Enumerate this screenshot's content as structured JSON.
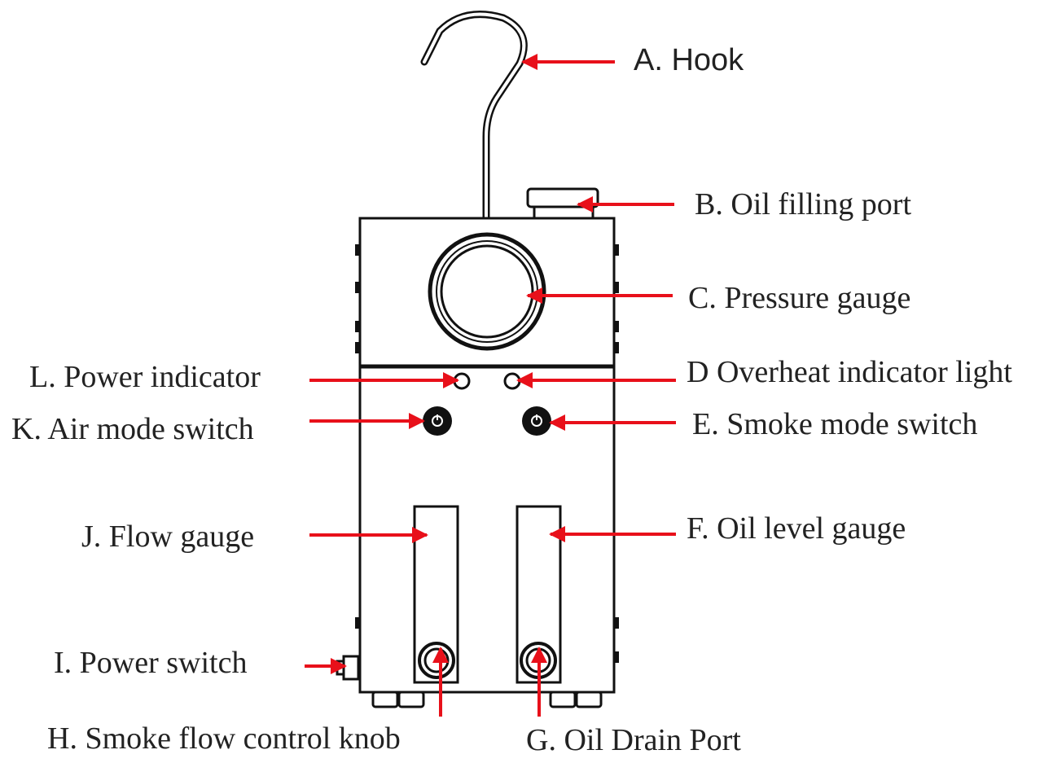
{
  "colors": {
    "outline": "#111111",
    "arrow": "#e8101a",
    "label_text": "#222222",
    "background": "#ffffff"
  },
  "labels": {
    "a": "A. Hook",
    "b": "B. Oil filling port",
    "c": "C. Pressure gauge",
    "d": "D Overheat indicator light",
    "e": "E. Smoke mode switch",
    "f": "F. Oil level gauge",
    "g": "G. Oil Drain Port",
    "h": "H. Smoke flow control knob",
    "i": "I. Power switch",
    "j": "J. Flow gauge",
    "k": "K. Air mode switch",
    "l": "L. Power indicator"
  }
}
